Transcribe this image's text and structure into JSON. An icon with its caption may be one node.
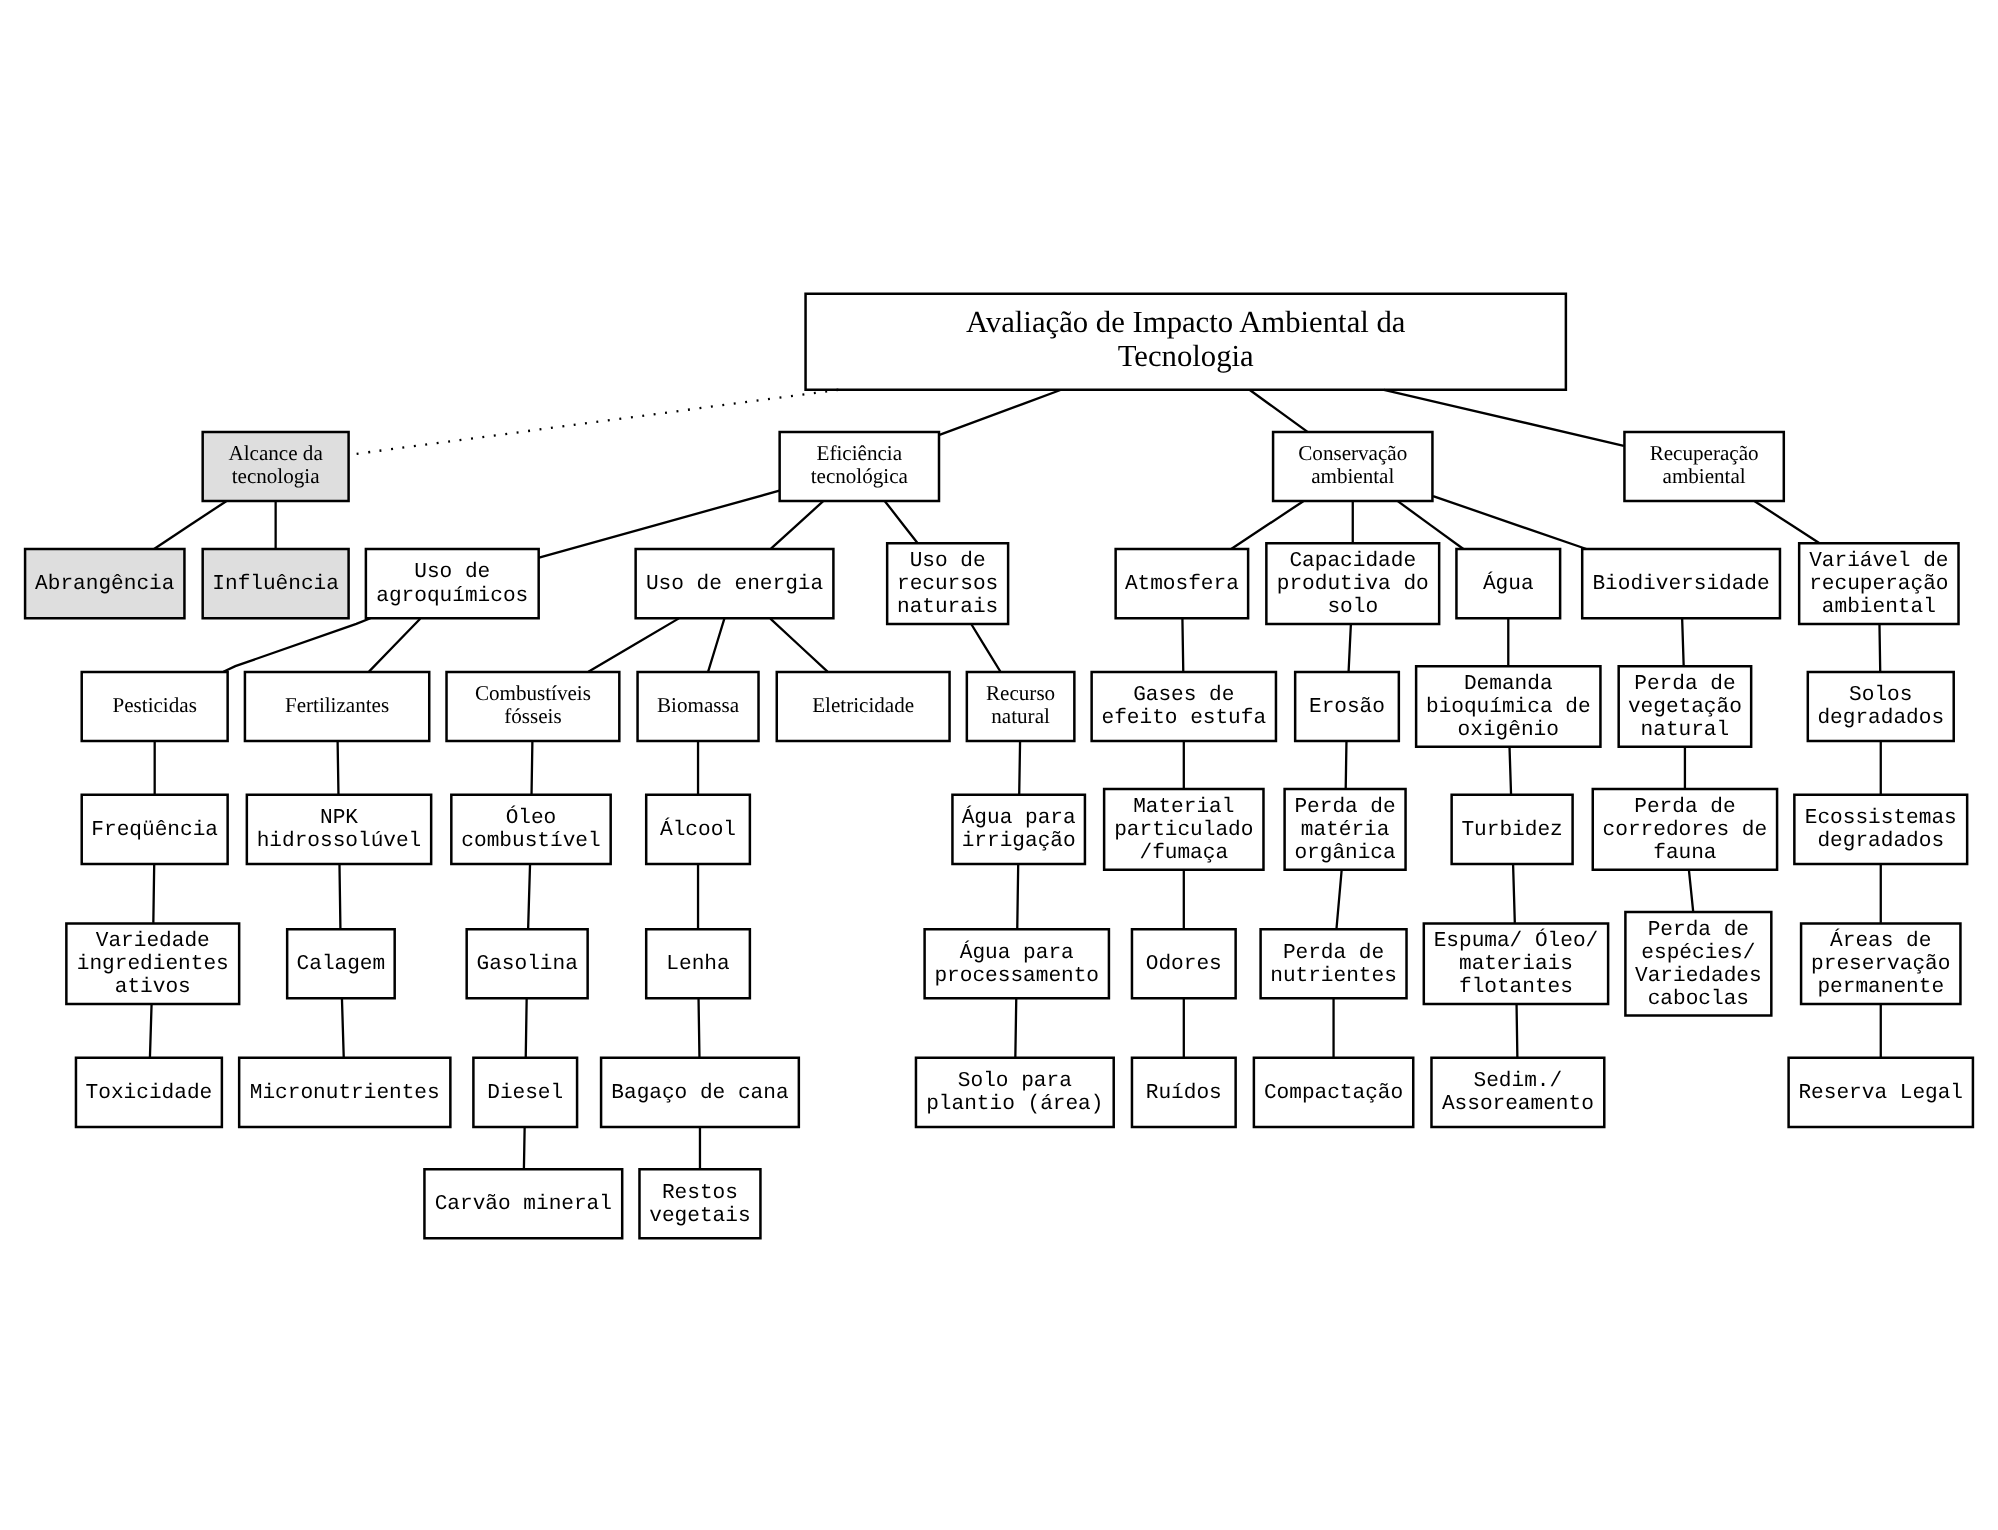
{
  "diagram": {
    "nodes": [
      {
        "text": [
          "Avaliação de Impacto Ambiental da Tecnologia"
        ]
      },
      {
        "text": [
          "Alcance da tecnologia"
        ]
      },
      {
        "text": [
          "Abrangência"
        ]
      },
      {
        "text": [
          "Influência"
        ]
      },
      {
        "text": [
          "Eficiência tecnológica"
        ]
      },
      {
        "text": [
          "Conservação ambiental"
        ]
      },
      {
        "text": [
          "Recuperação ambiental"
        ]
      },
      {
        "text": [
          "Uso de agroquímicos"
        ]
      },
      {
        "text": [
          "Uso de energia"
        ]
      },
      {
        "text": [
          "Uso de recursos naturais"
        ]
      },
      {
        "text": [
          "Atmosfera"
        ]
      },
      {
        "text": [
          "Capacidade produtiva do solo"
        ]
      },
      {
        "text": [
          "Água"
        ]
      },
      {
        "text": [
          "Biodiversidade"
        ]
      },
      {
        "text": [
          "Variável de recuperação ambiental"
        ]
      },
      {
        "text": [
          "Pesticidas"
        ]
      },
      {
        "text": [
          "Fertilizantes"
        ]
      },
      {
        "text": [
          "Combustíveis fósseis"
        ]
      },
      {
        "text": [
          "Biomassa"
        ]
      },
      {
        "text": [
          "Eletricidade"
        ]
      },
      {
        "text": [
          "Recurso natural"
        ]
      },
      {
        "text": [
          "Freqüência"
        ]
      },
      {
        "text": [
          "Variedade ingredientes ativos"
        ]
      },
      {
        "text": [
          "Toxicidade"
        ]
      },
      {
        "text": [
          "NPK hidrossolúvel"
        ]
      },
      {
        "text": [
          "Calagem"
        ]
      },
      {
        "text": [
          "Micronutrientes"
        ]
      },
      {
        "text": [
          "Óleo combustível"
        ]
      },
      {
        "text": [
          "Gasolina"
        ]
      },
      {
        "text": [
          "Diesel"
        ]
      },
      {
        "text": [
          "Carvão mineral"
        ]
      },
      {
        "text": [
          "Álcool"
        ]
      },
      {
        "text": [
          "Lenha"
        ]
      },
      {
        "text": [
          "Bagaço de cana"
        ]
      },
      {
        "text": [
          "Restos vegetais"
        ]
      },
      {
        "text": [
          "Água para irrigação"
        ]
      },
      {
        "text": [
          "Água para processamento"
        ]
      },
      {
        "text": [
          "Solo para plantio (área)"
        ]
      },
      {
        "text": [
          "Gases de efeito estufa"
        ]
      },
      {
        "text": [
          "Material particulado /fumaça"
        ]
      },
      {
        "text": [
          "Odores"
        ]
      },
      {
        "text": [
          "Ruídos"
        ]
      },
      {
        "text": [
          "Erosão"
        ]
      },
      {
        "text": [
          "Perda de matéria orgânica"
        ]
      },
      {
        "text": [
          "Perda de nutrientes"
        ]
      },
      {
        "text": [
          "Compactação"
        ]
      },
      {
        "text": [
          "Demanda bioquímica de oxigênio"
        ]
      },
      {
        "text": [
          "Turbidez"
        ]
      },
      {
        "text": [
          "Espuma/ Óleo/ materiais flotantes"
        ]
      },
      {
        "text": [
          "Sedim./ Assoreamento"
        ]
      },
      {
        "text": [
          "Perda de vegetação natural"
        ]
      },
      {
        "text": [
          "Perda de corredores de fauna"
        ]
      },
      {
        "text": [
          "Perda de espécies/ Variedades caboclas"
        ]
      },
      {
        "text": [
          "Solos degradados"
        ]
      },
      {
        "text": [
          "Ecossistemas degradados"
        ]
      },
      {
        "text": [
          "Áreas de preservação permanente"
        ]
      },
      {
        "text": [
          "Reserva Legal"
        ]
      }
    ],
    "edges": [
      {
        "from": 0,
        "to": 1,
        "arrow": "none",
        "style": "dashed"
      },
      {
        "from": 1,
        "to": 2,
        "arrow": "none"
      },
      {
        "from": 1,
        "to": 3,
        "arrow": "none"
      },
      {
        "from": 0,
        "to": 4,
        "arrow": "none"
      },
      {
        "from": 0,
        "to": 5,
        "arrow": "none"
      },
      {
        "from": 0,
        "to": 6,
        "arrow": "none"
      },
      {
        "from": 4,
        "to": 7,
        "arrow": "none"
      },
      {
        "from": 4,
        "to": 8,
        "arrow": "none"
      },
      {
        "from": 4,
        "to": 9,
        "arrow": "none"
      },
      {
        "from": 5,
        "to": 10,
        "arrow": "none"
      },
      {
        "from": 5,
        "to": 11,
        "arrow": "none"
      },
      {
        "from": 5,
        "to": 12,
        "arrow": "none"
      },
      {
        "from": 5,
        "to": 13,
        "arrow": "none"
      },
      {
        "from": 6,
        "to": 14,
        "arrow": "none"
      },
      {
        "from": 7,
        "to": 15,
        "arrow": "none"
      },
      {
        "from": 7,
        "to": 16,
        "arrow": "none"
      },
      {
        "from": 8,
        "to": 17,
        "arrow": "none"
      },
      {
        "from": 8,
        "to": 18,
        "arrow": "none"
      },
      {
        "from": 8,
        "to": 19,
        "arrow": "none"
      },
      {
        "from": 9,
        "to": 20,
        "arrow": "none"
      },
      {
        "from": 15,
        "to": 21,
        "arrow": "none"
      },
      {
        "from": 21,
        "to": 22,
        "arrow": "none"
      },
      {
        "from": 22,
        "to": 23,
        "arrow": "none"
      },
      {
        "from": 16,
        "to": 24,
        "arrow": "none"
      },
      {
        "from": 24,
        "to": 25,
        "arrow": "none"
      },
      {
        "from": 25,
        "to": 26,
        "arrow": "none"
      },
      {
        "from": 17,
        "to": 27,
        "arrow": "none"
      },
      {
        "from": 27,
        "to": 28,
        "arrow": "none"
      },
      {
        "from": 28,
        "to": 29,
        "arrow": "none"
      },
      {
        "from": 29,
        "to": 30,
        "arrow": "none"
      },
      {
        "from": 18,
        "to": 31,
        "arrow": "none"
      },
      {
        "from": 31,
        "to": 32,
        "arrow": "none"
      },
      {
        "from": 32,
        "to": 33,
        "arrow": "none"
      },
      {
        "from": 33,
        "to": 34,
        "arrow": "none"
      },
      {
        "from": 20,
        "to": 35,
        "arrow": "none"
      },
      {
        "from": 35,
        "to": 36,
        "arrow": "none"
      },
      {
        "from": 36,
        "to": 37,
        "arrow": "none"
      },
      {
        "from": 10,
        "to": 38,
        "arrow": "none"
      },
      {
        "from": 38,
        "to": 39,
        "arrow": "none"
      },
      {
        "from": 39,
        "to": 40,
        "arrow": "none"
      },
      {
        "from": 40,
        "to": 41,
        "arrow": "none"
      },
      {
        "from": 11,
        "to": 42,
        "arrow": "none"
      },
      {
        "from": 42,
        "to": 43,
        "arrow": "none"
      },
      {
        "from": 43,
        "to": 44,
        "arrow": "none"
      },
      {
        "from": 44,
        "to": 45,
        "arrow": "none"
      },
      {
        "from": 12,
        "to": 46,
        "arrow": "none"
      },
      {
        "from": 46,
        "to": 47,
        "arrow": "none"
      },
      {
        "from": 47,
        "to": 48,
        "arrow": "none"
      },
      {
        "from": 48,
        "to": 49,
        "arrow": "none"
      },
      {
        "from": 13,
        "to": 50,
        "arrow": "none"
      },
      {
        "from": 50,
        "to": 51,
        "arrow": "none"
      },
      {
        "from": 51,
        "to": 52,
        "arrow": "none"
      },
      {
        "from": 14,
        "to": 53,
        "arrow": "none"
      },
      {
        "from": 53,
        "to": 54,
        "arrow": "none"
      },
      {
        "from": 54,
        "to": 55,
        "arrow": "none"
      },
      {
        "from": 55,
        "to": 56,
        "arrow": "none"
      }
    ]
  }
}
